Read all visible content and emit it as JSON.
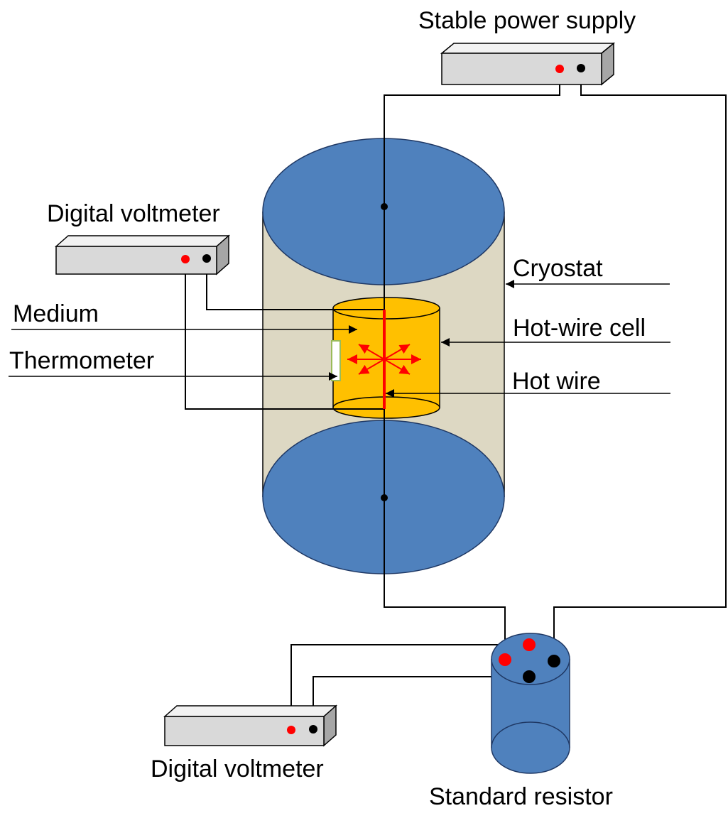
{
  "labels": {
    "stable_power_supply": "Stable power supply",
    "digital_voltmeter_top": "Digital voltmeter",
    "cryostat": "Cryostat",
    "medium": "Medium",
    "hot_wire_cell": "Hot-wire cell",
    "thermometer": "Thermometer",
    "hot_wire": "Hot wire",
    "digital_voltmeter_bottom": "Digital voltmeter",
    "standard_resistor": "Standard resistor"
  },
  "colors": {
    "cryostat_body": "#ddd8c3",
    "cryostat_cap": "#4f81bd",
    "cell_fill": "#ffc000",
    "hot_wire": "#ff0000",
    "instrument_box": "#d9d9d9",
    "terminal_positive": "#ff0000",
    "terminal_negative": "#000000",
    "resistor": "#4f81bd",
    "thermometer_border": "#9bbb59"
  }
}
